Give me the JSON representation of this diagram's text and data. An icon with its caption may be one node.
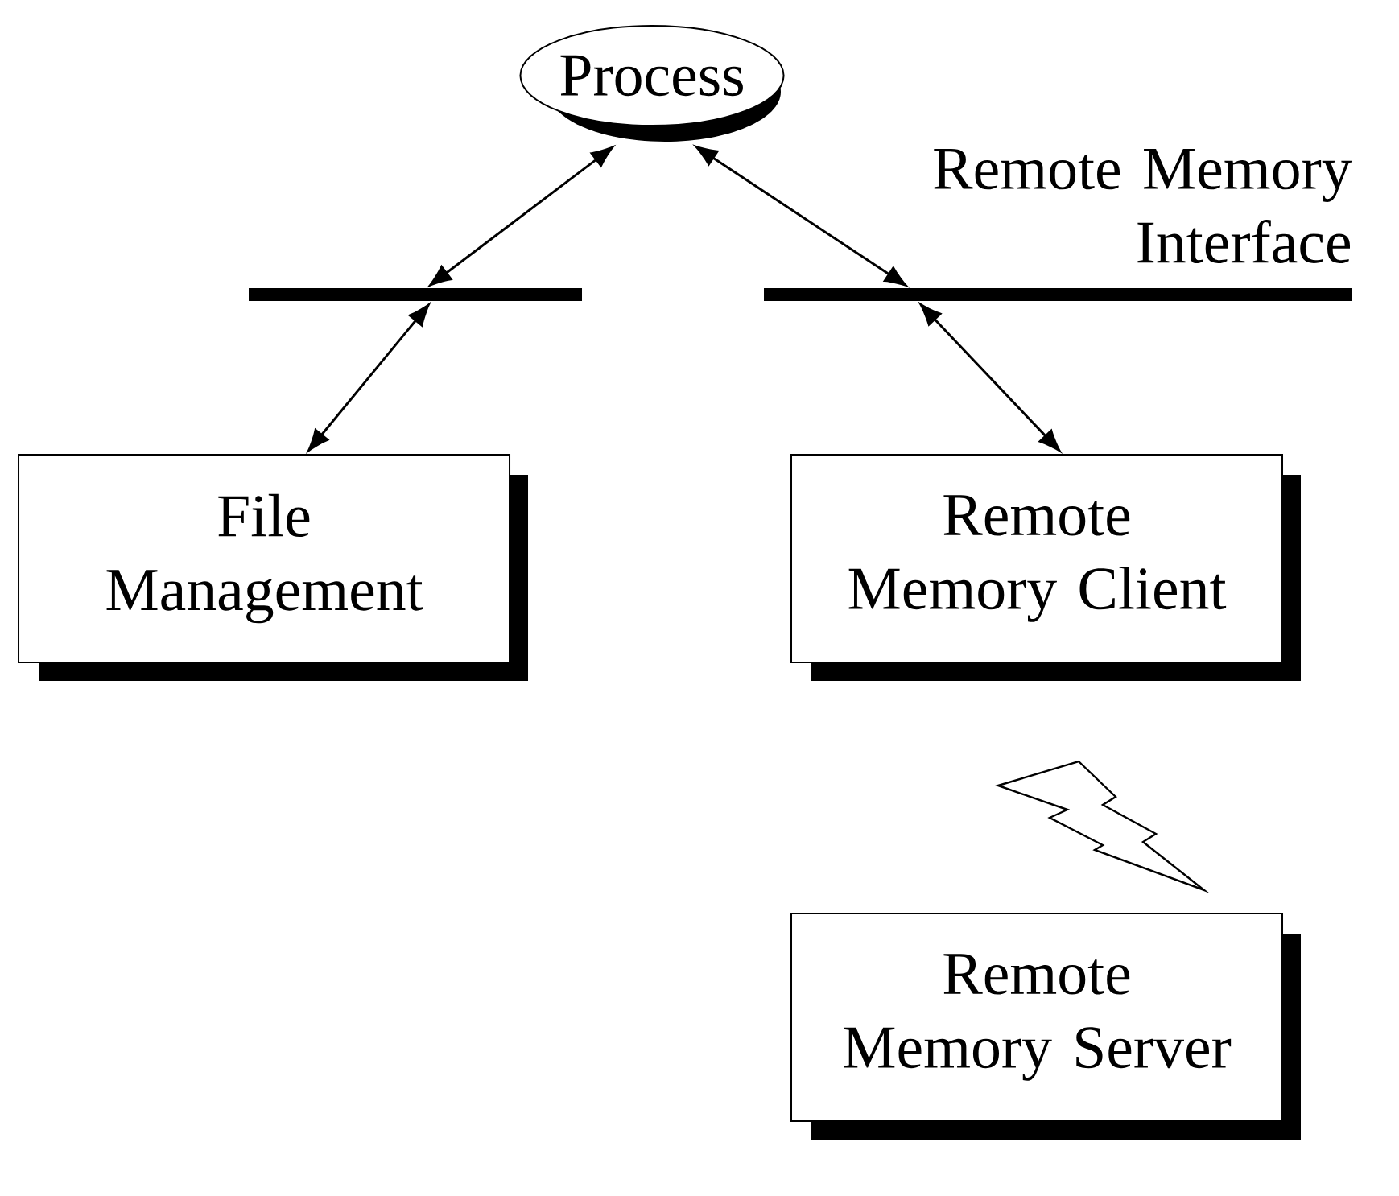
{
  "diagram": {
    "nodes": [
      {
        "text": [
          "Process"
        ]
      },
      {
        "text": [],
        "shape": "bar"
      },
      {
        "text": [],
        "shape": "bar",
        "beside": [
          "Remote Memory Interface"
        ]
      },
      {
        "text": [
          "File Management"
        ]
      },
      {
        "text": [
          "Remote Memory Client"
        ]
      },
      {
        "text": [
          "Remote Memory Server"
        ]
      }
    ],
    "edges": [
      {
        "from": 0,
        "to": 1,
        "arrow": "both"
      },
      {
        "from": 1,
        "to": 3,
        "arrow": "both"
      },
      {
        "from": 0,
        "to": 2,
        "arrow": "both"
      },
      {
        "from": 2,
        "to": 4,
        "arrow": "both"
      }
    ]
  }
}
